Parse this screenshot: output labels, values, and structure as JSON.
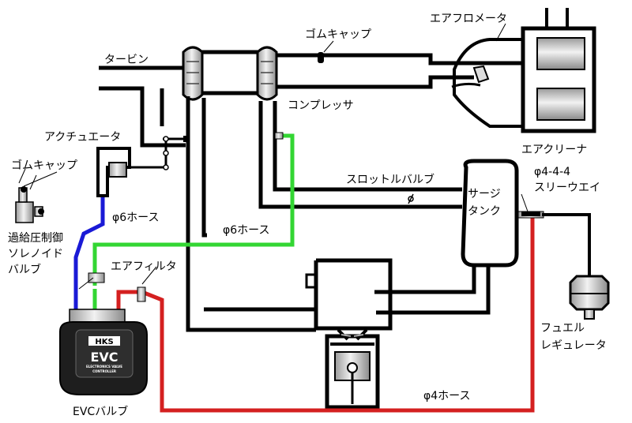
{
  "labels": {
    "turbine": "タービン",
    "rubber_cap_top": "ゴムキャップ",
    "airflow_meter": "エアフロメータ",
    "compressor": "コンプレッサ",
    "actuator": "アクチュエータ",
    "rubber_cap_left": "ゴムキャップ",
    "air_cleaner": "エアクリーナ",
    "throttle_valve": "スロットルバルブ",
    "surge_tank_1": "サージ",
    "surge_tank_2": "タンク",
    "three_way_1": "φ4-4-4",
    "three_way_2": "スリーウエイ",
    "hose6_a": "φ6ホース",
    "hose6_b": "φ6ホース",
    "air_filter": "エアフィルタ",
    "solenoid_1": "過給圧制御",
    "solenoid_2": "ソレノイド",
    "solenoid_3": "バルブ",
    "fuel_reg_1": "フュエル",
    "fuel_reg_2": "レギュレータ",
    "hose4": "φ4ホース",
    "evc_valve": "EVCバルブ"
  },
  "logo": {
    "brand": "HKS",
    "product": "EVC",
    "sub1": "ELECTRONICS VALVE",
    "sub2": "CONTROLLER"
  },
  "colors": {
    "blue_hose": "#1a1ad6",
    "green_hose": "#33d633",
    "red_hose": "#d42020"
  }
}
